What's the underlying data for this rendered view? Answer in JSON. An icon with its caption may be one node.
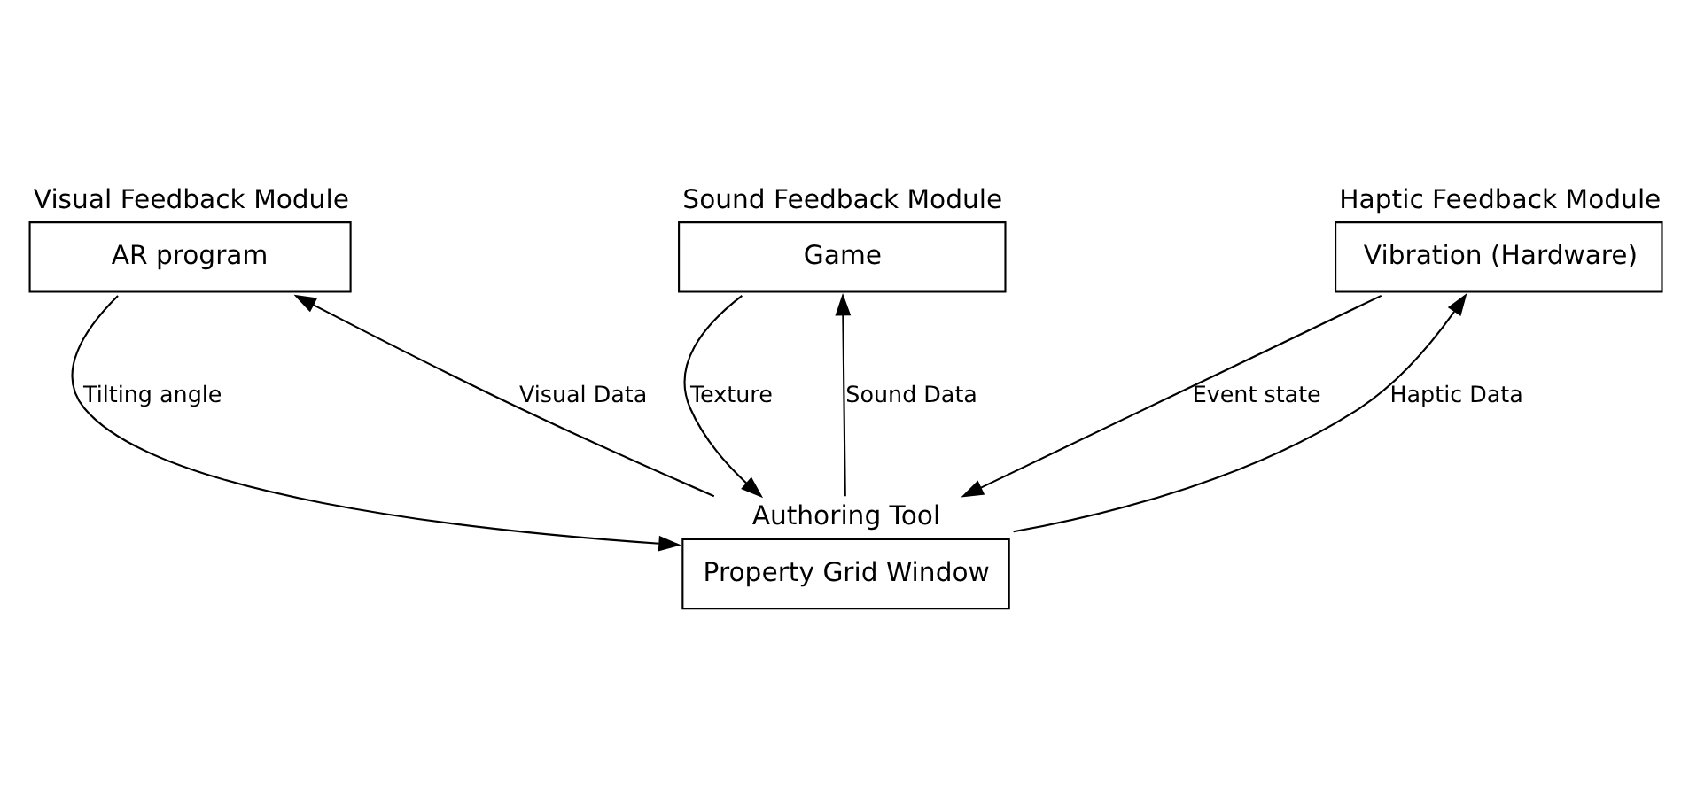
{
  "diagram": {
    "nodes": [
      {
        "text": [
          "Sound Feedback Module",
          "Game"
        ]
      },
      {
        "text": [
          "Visual Feedback Module",
          "AR program"
        ]
      },
      {
        "text": [
          "Haptic Feedback Module",
          "Vibration (Hardware)"
        ]
      },
      {
        "text": [
          "Authoring Tool",
          "Property Grid Window"
        ]
      }
    ],
    "edges": [
      {
        "from": 0,
        "to": 3,
        "arrow": "to",
        "label": "Texture"
      },
      {
        "from": 3,
        "to": 0,
        "arrow": "to",
        "label": "Sound Data"
      },
      {
        "from": 1,
        "to": 3,
        "arrow": "to",
        "label": "Tilting angle"
      },
      {
        "from": 3,
        "to": 1,
        "arrow": "to",
        "label": "Visual Data"
      },
      {
        "from": 2,
        "to": 3,
        "arrow": "to",
        "label": "Event state"
      },
      {
        "from": 3,
        "to": 2,
        "arrow": "to",
        "label": "Haptic Data"
      }
    ]
  }
}
